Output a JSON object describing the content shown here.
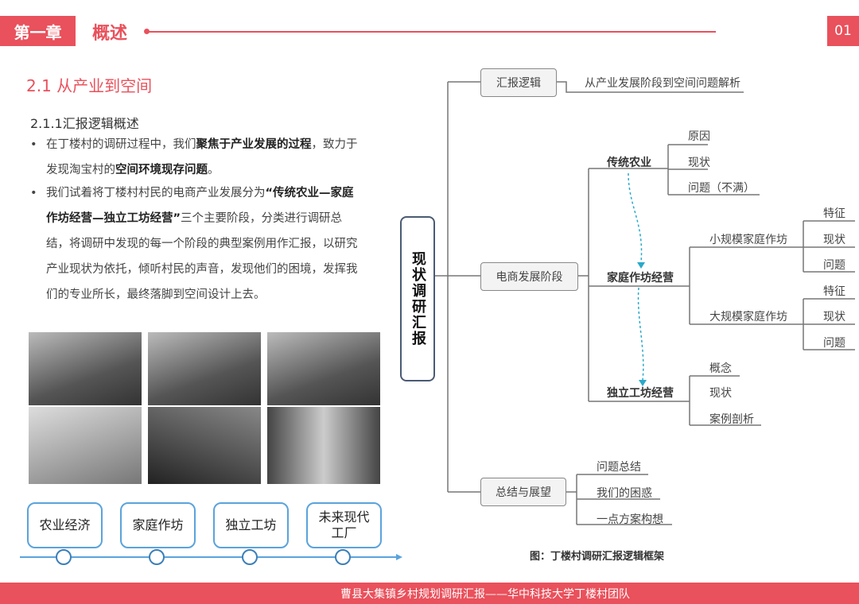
{
  "header": {
    "chapter": "第一章",
    "chapter_title": "概述",
    "page_number": "01"
  },
  "section": {
    "title": "2.1 从产业到空间",
    "subtitle": "2.1.1汇报逻辑概述"
  },
  "bullets": [
    {
      "t1": "在丁楼村的调研过程中，我们",
      "b1": "聚焦于产业发展的过程",
      "t2": "，致力于发现淘宝村的",
      "b2": "空间环境现存问题",
      "t3": "。"
    },
    {
      "t1": "我们试着将丁楼村村民的电商产业发展分为",
      "b1": "“传统农业—家庭作坊经营—独立工坊经营”",
      "t2": "三个主要阶段，分类进行调研总结，将调研中发现的每一个阶段的典型案例用作汇报，以研究产业现状为依托，倾听村民的声音，发现他们的困境，发挥我们的专业所长，最终落脚到空间设计上去。"
    }
  ],
  "timeline": [
    "农业经济",
    "家庭作坊",
    "独立工坊",
    "未来现代工厂"
  ],
  "mindmap": {
    "root": "现状调研汇报",
    "branch1": {
      "label": "汇报逻辑",
      "child": "从产业发展阶段到空间问题解析"
    },
    "branch2": {
      "label": "电商发展阶段",
      "stage1": {
        "label": "传统农业",
        "children": [
          "原因",
          "现状",
          "问题（不满）"
        ]
      },
      "stage2": {
        "label": "家庭作坊经营",
        "small": {
          "label": "小规模家庭作坊",
          "children": [
            "特征",
            "现状",
            "问题"
          ]
        },
        "large": {
          "label": "大规模家庭作坊",
          "children": [
            "特征",
            "现状",
            "问题"
          ]
        }
      },
      "stage3": {
        "label": "独立工坊经营",
        "children": [
          "概念",
          "现状",
          "案例剖析"
        ]
      }
    },
    "branch3": {
      "label": "总结与展望",
      "children": [
        "问题总结",
        "我们的困惑",
        "一点方案构想"
      ]
    },
    "caption": "图：丁楼村调研汇报逻辑框架"
  },
  "footer": "曹县大集镇乡村规划调研汇报——华中科技大学丁楼村团队",
  "colors": {
    "accent": "#e9515c",
    "timeline": "#5aa3dc",
    "arrow": "#2aa9c9"
  }
}
